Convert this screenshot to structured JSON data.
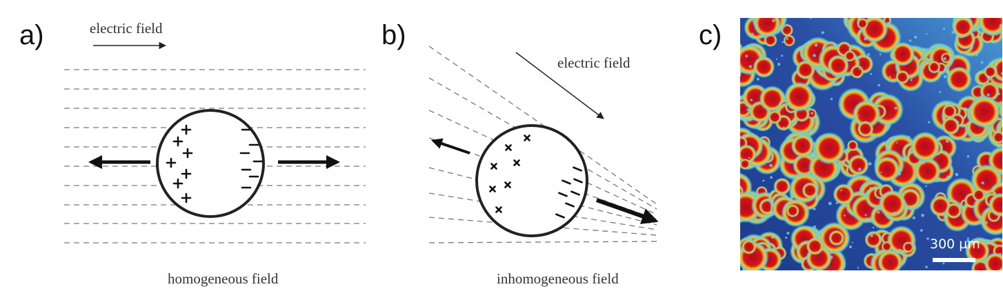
{
  "panels": {
    "a": {
      "label": "a)",
      "field_label": "electric field",
      "caption": "homogeneous field"
    },
    "b": {
      "label": "b)",
      "field_label": "electric field",
      "caption": "inhomogeneous field"
    },
    "c": {
      "label": "c)",
      "scale_bar": "300 µm"
    }
  },
  "colors": {
    "line": "#111111",
    "dash": "#777777",
    "bg_blue": "#26479a",
    "hot": "#c8101a",
    "warm": "#f5e21a",
    "edge": "#4fc3e8"
  }
}
